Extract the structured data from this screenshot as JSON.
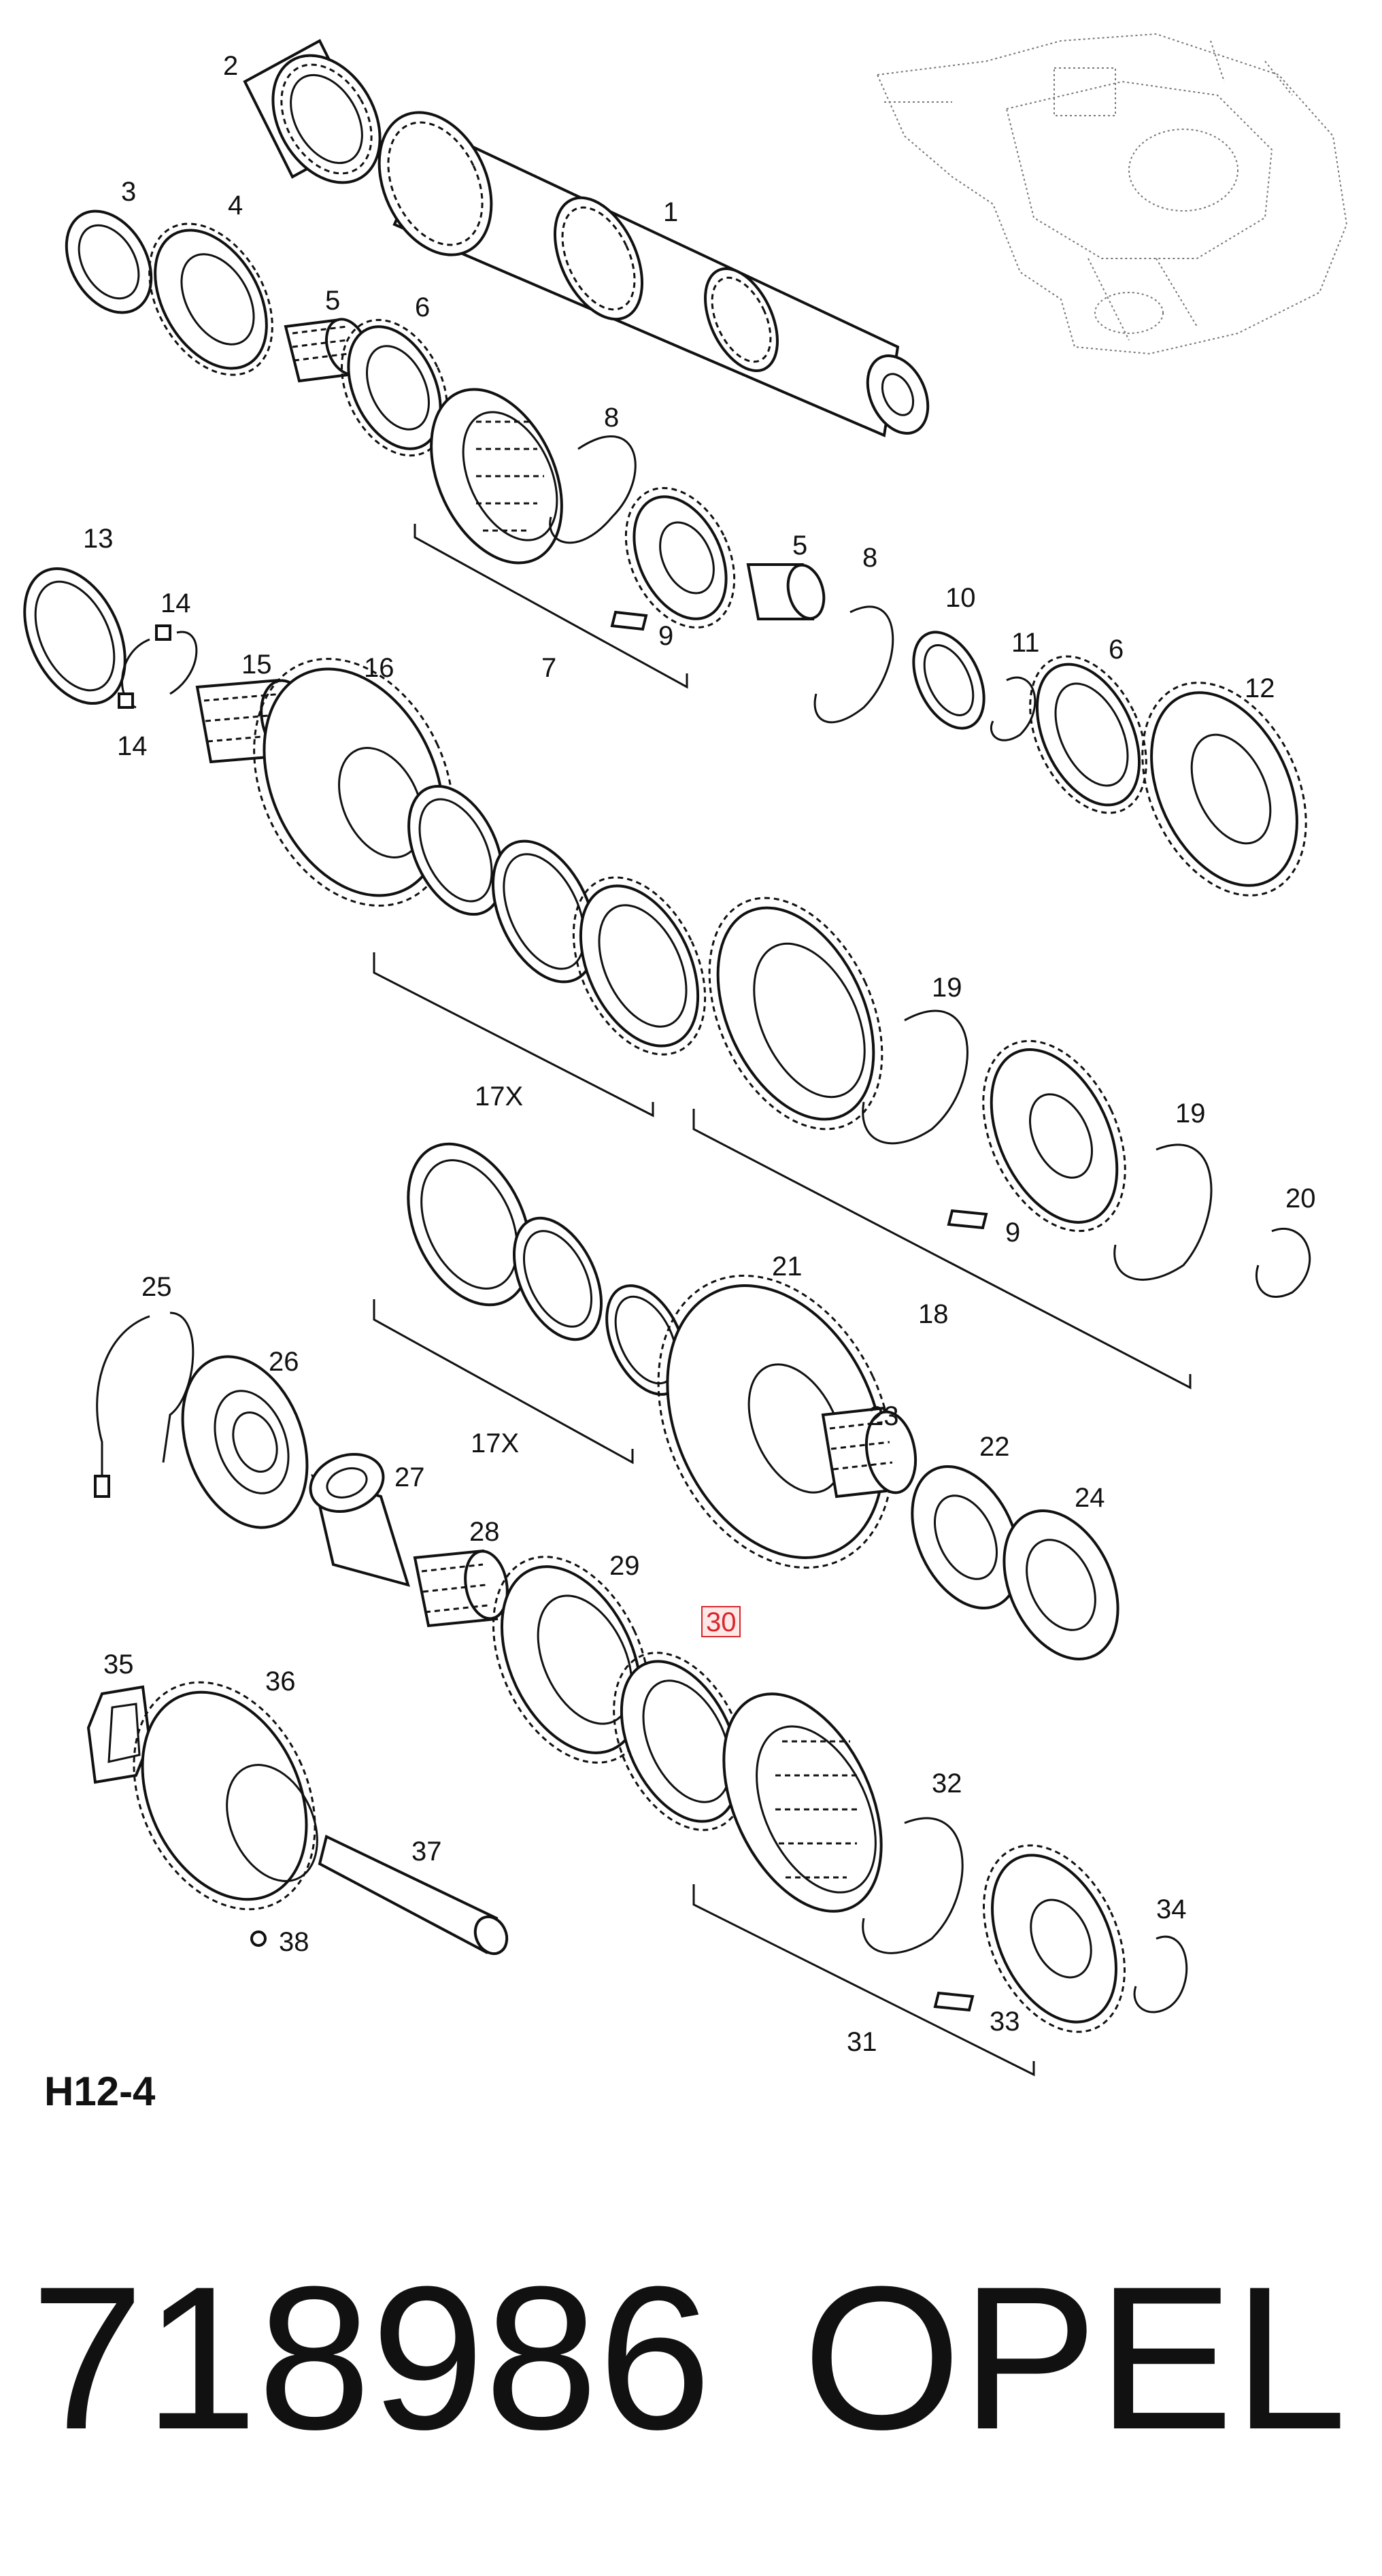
{
  "labels": {
    "l1": "1",
    "l2": "2",
    "l3": "3",
    "l4": "4",
    "l5a": "5",
    "l6a": "6",
    "l8a": "8",
    "l7": "7",
    "l9a": "9",
    "l5b": "5",
    "l8b": "8",
    "l13": "13",
    "l14a": "14",
    "l14b": "14",
    "l15": "15",
    "l16": "16",
    "l10": "10",
    "l11": "11",
    "l6b": "6",
    "l12": "12",
    "l17a": "17X",
    "l19a": "19",
    "l19b": "19",
    "l9b": "9",
    "l18": "18",
    "l20": "20",
    "l25": "25",
    "l26": "26",
    "l21": "21",
    "l23": "23",
    "l17b": "17X",
    "l22": "22",
    "l24": "24",
    "l27": "27",
    "l28": "28",
    "l29": "29",
    "l30": "30",
    "l35": "35",
    "l36": "36",
    "l32": "32",
    "l37": "37",
    "l34": "34",
    "l38": "38",
    "l33": "33",
    "l31": "31"
  },
  "highlighted_part": "30",
  "figure_code": "H12-4",
  "part_number": "718986",
  "brand": "OPEL",
  "colors": {
    "line": "#111111",
    "highlight": "#d9262c",
    "background": "#ffffff"
  }
}
